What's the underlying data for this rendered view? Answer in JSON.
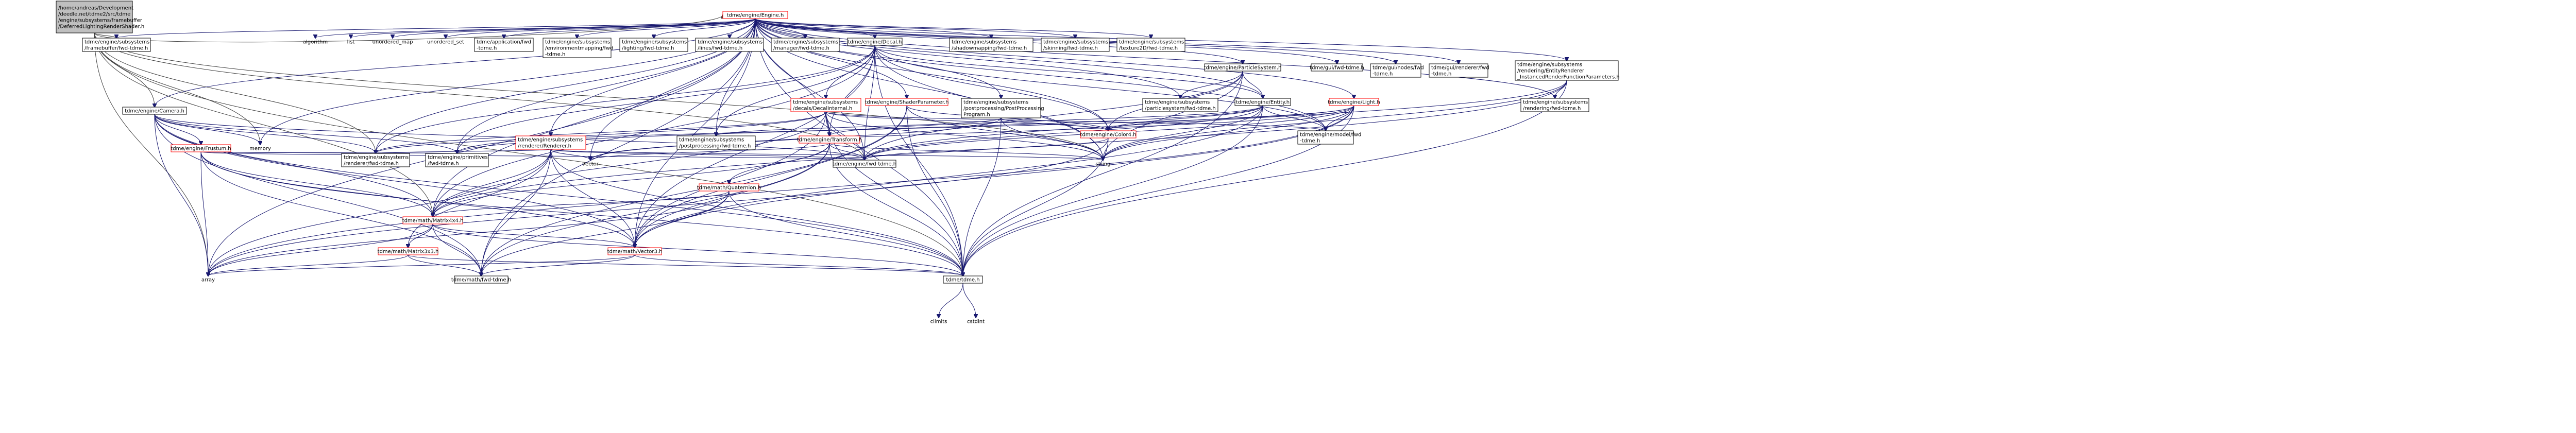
{
  "diagram": {
    "colors": {
      "root_fill": "#bfbfbf",
      "node_fill": "#ffffff",
      "node_border": "#000000",
      "missing_border": "#ff0000",
      "edge_blue": "#191970",
      "edge_gray": "#404040",
      "system_text": "#000000"
    },
    "nodes": [
      {
        "id": "root",
        "lines": [
          "/home/andreas/Development",
          "/deedle.net/tdme2/src/tdme",
          "/engine/subsystems/framebuffer",
          "/DeferredLightingRenderShader.h"
        ],
        "kind": "root"
      },
      {
        "id": "engine_h",
        "lines": [
          "tdme/engine/Engine.h"
        ],
        "kind": "missing"
      },
      {
        "id": "framebuffer_fwd",
        "lines": [
          "tdme/engine/subsystems",
          "/framebuffer/fwd-tdme.h"
        ],
        "kind": "normal"
      },
      {
        "id": "camera_h",
        "lines": [
          "tdme/engine/Camera.h"
        ],
        "kind": "normal"
      },
      {
        "id": "frustum_h",
        "lines": [
          "tdme/engine/Frustum.h"
        ],
        "kind": "missing"
      },
      {
        "id": "memory",
        "lines": [
          "memory"
        ],
        "kind": "system"
      },
      {
        "id": "algorithm",
        "lines": [
          "algorithm"
        ],
        "kind": "system"
      },
      {
        "id": "list",
        "lines": [
          "list"
        ],
        "kind": "system"
      },
      {
        "id": "unordered_map",
        "lines": [
          "unordered_map"
        ],
        "kind": "system"
      },
      {
        "id": "unordered_set",
        "lines": [
          "unordered_set"
        ],
        "kind": "system"
      },
      {
        "id": "application_fwd",
        "lines": [
          "tdme/application/fwd",
          "-tdme.h"
        ],
        "kind": "normal"
      },
      {
        "id": "envmapping_fwd",
        "lines": [
          "tdme/engine/subsystems",
          "/environmentmapping/fwd",
          "-tdme.h"
        ],
        "kind": "normal"
      },
      {
        "id": "lighting_fwd",
        "lines": [
          "tdme/engine/subsystems",
          "/lighting/fwd-tdme.h"
        ],
        "kind": "normal"
      },
      {
        "id": "lines_fwd",
        "lines": [
          "tdme/engine/subsystems",
          "/lines/fwd-tdme.h"
        ],
        "kind": "normal"
      },
      {
        "id": "manager_fwd",
        "lines": [
          "tdme/engine/subsystems",
          "/manager/fwd-tdme.h"
        ],
        "kind": "normal"
      },
      {
        "id": "decal_h",
        "lines": [
          "tdme/engine/Decal.h"
        ],
        "kind": "normal"
      },
      {
        "id": "decalinternal_h",
        "lines": [
          "tdme/engine/subsystems",
          "/decals/DecalInternal.h"
        ],
        "kind": "missing"
      },
      {
        "id": "shaderparam_h",
        "lines": [
          "tdme/engine/ShaderParameter.h"
        ],
        "kind": "missing"
      },
      {
        "id": "pp_program_h",
        "lines": [
          "tdme/engine/subsystems",
          "/postprocessing/PostProcessing",
          "Program.h"
        ],
        "kind": "normal"
      },
      {
        "id": "shadowmapping_fwd",
        "lines": [
          "tdme/engine/subsystems",
          "/shadowmapping/fwd-tdme.h"
        ],
        "kind": "normal"
      },
      {
        "id": "skinning_fwd",
        "lines": [
          "tdme/engine/subsystems",
          "/skinning/fwd-tdme.h"
        ],
        "kind": "normal"
      },
      {
        "id": "texture2d_fwd",
        "lines": [
          "tdme/engine/subsystems",
          "/texture2D/fwd-tdme.h"
        ],
        "kind": "normal"
      },
      {
        "id": "particlesystem_h",
        "lines": [
          "tdme/engine/ParticleSystem.h"
        ],
        "kind": "normal"
      },
      {
        "id": "particlesystem_fwd",
        "lines": [
          "tdme/engine/subsystems",
          "/particlesystem/fwd-tdme.h"
        ],
        "kind": "normal"
      },
      {
        "id": "entity_h",
        "lines": [
          "tdme/engine/Entity.h"
        ],
        "kind": "normal"
      },
      {
        "id": "gui_fwd",
        "lines": [
          "tdme/gui/fwd-tdme.h"
        ],
        "kind": "normal"
      },
      {
        "id": "guinodes_fwd",
        "lines": [
          "tdme/gui/nodes/fwd",
          "-tdme.h"
        ],
        "kind": "normal"
      },
      {
        "id": "guirenderer_fwd",
        "lines": [
          "tdme/gui/renderer/fwd",
          "-tdme.h"
        ],
        "kind": "normal"
      },
      {
        "id": "instanced_h",
        "lines": [
          "tdme/engine/subsystems",
          "/rendering/EntityRenderer",
          "_InstancedRenderFunctionParameters.h"
        ],
        "kind": "normal"
      },
      {
        "id": "rendering_fwd",
        "lines": [
          "tdme/engine/subsystems",
          "/rendering/fwd-tdme.h"
        ],
        "kind": "normal"
      },
      {
        "id": "light_h",
        "lines": [
          "tdme/engine/Light.h"
        ],
        "kind": "missing"
      },
      {
        "id": "model_fwd",
        "lines": [
          "tdme/engine/model/fwd",
          "-tdme.h"
        ],
        "kind": "normal"
      },
      {
        "id": "color4_h",
        "lines": [
          "tdme/engine/Color4.h"
        ],
        "kind": "missing"
      },
      {
        "id": "transform_h",
        "lines": [
          "tdme/engine/Transform.h"
        ],
        "kind": "missing"
      },
      {
        "id": "pp_fwd",
        "lines": [
          "tdme/engine/subsystems",
          "/postprocessing/fwd-tdme.h"
        ],
        "kind": "normal"
      },
      {
        "id": "renderer_h",
        "lines": [
          "tdme/engine/subsystems",
          "/renderer/Renderer.h"
        ],
        "kind": "missing"
      },
      {
        "id": "renderer_fwd",
        "lines": [
          "tdme/engine/subsystems",
          "/renderer/fwd-tdme.h"
        ],
        "kind": "normal"
      },
      {
        "id": "primitives_fwd",
        "lines": [
          "tdme/engine/primitives",
          "/fwd-tdme.h"
        ],
        "kind": "normal"
      },
      {
        "id": "vector",
        "lines": [
          "vector"
        ],
        "kind": "system"
      },
      {
        "id": "engine_fwd",
        "lines": [
          "tdme/engine/fwd-tdme.h"
        ],
        "kind": "normal"
      },
      {
        "id": "string",
        "lines": [
          "string"
        ],
        "kind": "system"
      },
      {
        "id": "quaternion_h",
        "lines": [
          "tdme/math/Quaternion.h"
        ],
        "kind": "missing"
      },
      {
        "id": "matrix4x4_h",
        "lines": [
          "tdme/math/Matrix4x4.h"
        ],
        "kind": "missing"
      },
      {
        "id": "matrix3x3_h",
        "lines": [
          "tdme/math/Matrix3x3.h"
        ],
        "kind": "missing"
      },
      {
        "id": "vector3_h",
        "lines": [
          "tdme/math/Vector3.h"
        ],
        "kind": "missing"
      },
      {
        "id": "array",
        "lines": [
          "array"
        ],
        "kind": "system"
      },
      {
        "id": "math_fwd",
        "lines": [
          "tdme/math/fwd-tdme.h"
        ],
        "kind": "normal"
      },
      {
        "id": "tdme_h",
        "lines": [
          "tdme/tdme.h"
        ],
        "kind": "normal"
      },
      {
        "id": "climits",
        "lines": [
          "climits"
        ],
        "kind": "system"
      },
      {
        "id": "cstdint",
        "lines": [
          "cstdint"
        ],
        "kind": "system"
      }
    ],
    "edges": [
      [
        "root",
        "engine_h"
      ],
      [
        "root",
        "framebuffer_fwd"
      ],
      [
        "root",
        "camera_h"
      ],
      [
        "root",
        "memory"
      ],
      [
        "root",
        "array"
      ],
      [
        "root",
        "string"
      ],
      [
        "root",
        "matrix4x4_h"
      ],
      [
        "root",
        "tdme_h"
      ],
      [
        "root",
        "renderer_fwd"
      ],
      [
        "root",
        "engine_fwd"
      ],
      [
        "engine_h",
        "framebuffer_fwd"
      ],
      [
        "engine_h",
        "camera_h"
      ],
      [
        "engine_h",
        "memory"
      ],
      [
        "engine_h",
        "algorithm"
      ],
      [
        "engine_h",
        "list"
      ],
      [
        "engine_h",
        "unordered_map"
      ],
      [
        "engine_h",
        "unordered_set"
      ],
      [
        "engine_h",
        "application_fwd"
      ],
      [
        "engine_h",
        "envmapping_fwd"
      ],
      [
        "engine_h",
        "lighting_fwd"
      ],
      [
        "engine_h",
        "lines_fwd"
      ],
      [
        "engine_h",
        "manager_fwd"
      ],
      [
        "engine_h",
        "decal_h"
      ],
      [
        "engine_h",
        "shaderparam_h"
      ],
      [
        "engine_h",
        "pp_program_h"
      ],
      [
        "engine_h",
        "shadowmapping_fwd"
      ],
      [
        "engine_h",
        "skinning_fwd"
      ],
      [
        "engine_h",
        "texture2d_fwd"
      ],
      [
        "engine_h",
        "particlesystem_h"
      ],
      [
        "engine_h",
        "gui_fwd"
      ],
      [
        "engine_h",
        "guinodes_fwd"
      ],
      [
        "engine_h",
        "guirenderer_fwd"
      ],
      [
        "engine_h",
        "instanced_h"
      ],
      [
        "engine_h",
        "rendering_fwd"
      ],
      [
        "engine_h",
        "light_h"
      ],
      [
        "engine_h",
        "entity_h"
      ],
      [
        "engine_h",
        "renderer_h"
      ],
      [
        "engine_h",
        "renderer_fwd"
      ],
      [
        "engine_h",
        "pp_fwd"
      ],
      [
        "engine_h",
        "engine_fwd"
      ],
      [
        "engine_h",
        "string"
      ],
      [
        "engine_h",
        "vector"
      ],
      [
        "engine_h",
        "array"
      ],
      [
        "engine_h",
        "math_fwd"
      ],
      [
        "engine_h",
        "tdme_h"
      ],
      [
        "engine_h",
        "matrix4x4_h"
      ],
      [
        "engine_h",
        "vector3_h"
      ],
      [
        "engine_h",
        "model_fwd"
      ],
      [
        "engine_h",
        "primitives_fwd"
      ],
      [
        "engine_h",
        "particlesystem_fwd"
      ],
      [
        "engine_h",
        "color4_h"
      ],
      [
        "engine_h",
        "transform_h"
      ],
      [
        "camera_h",
        "frustum_h"
      ],
      [
        "camera_h",
        "memory"
      ],
      [
        "camera_h",
        "engine_fwd"
      ],
      [
        "camera_h",
        "renderer_fwd"
      ],
      [
        "camera_h",
        "matrix4x4_h"
      ],
      [
        "camera_h",
        "vector3_h"
      ],
      [
        "camera_h",
        "tdme_h"
      ],
      [
        "camera_h",
        "primitives_fwd"
      ],
      [
        "camera_h",
        "math_fwd"
      ],
      [
        "camera_h",
        "array"
      ],
      [
        "frustum_h",
        "engine_fwd"
      ],
      [
        "frustum_h",
        "renderer_fwd"
      ],
      [
        "frustum_h",
        "primitives_fwd"
      ],
      [
        "frustum_h",
        "matrix4x4_h"
      ],
      [
        "frustum_h",
        "vector3_h"
      ],
      [
        "frustum_h",
        "math_fwd"
      ],
      [
        "frustum_h",
        "tdme_h"
      ],
      [
        "frustum_h",
        "array"
      ],
      [
        "decal_h",
        "decalinternal_h"
      ],
      [
        "decal_h",
        "entity_h"
      ],
      [
        "decal_h",
        "color4_h"
      ],
      [
        "decal_h",
        "transform_h"
      ],
      [
        "decal_h",
        "engine_fwd"
      ],
      [
        "decal_h",
        "renderer_fwd"
      ],
      [
        "decal_h",
        "primitives_fwd"
      ],
      [
        "decal_h",
        "string"
      ],
      [
        "decal_h",
        "vector3_h"
      ],
      [
        "decal_h",
        "matrix4x4_h"
      ],
      [
        "decal_h",
        "model_fwd"
      ],
      [
        "decal_h",
        "tdme_h"
      ],
      [
        "decal_h",
        "pp_fwd"
      ],
      [
        "decalinternal_h",
        "color4_h"
      ],
      [
        "decalinternal_h",
        "transform_h"
      ],
      [
        "decalinternal_h",
        "engine_fwd"
      ],
      [
        "decalinternal_h",
        "renderer_fwd"
      ],
      [
        "decalinternal_h",
        "primitives_fwd"
      ],
      [
        "decalinternal_h",
        "string"
      ],
      [
        "decalinternal_h",
        "vector3_h"
      ],
      [
        "decalinternal_h",
        "matrix4x4_h"
      ],
      [
        "decalinternal_h",
        "tdme_h"
      ],
      [
        "decalinternal_h",
        "model_fwd"
      ],
      [
        "shaderparam_h",
        "color4_h"
      ],
      [
        "shaderparam_h",
        "string"
      ],
      [
        "shaderparam_h",
        "tdme_h"
      ],
      [
        "shaderparam_h",
        "vector3_h"
      ],
      [
        "shaderparam_h",
        "math_fwd"
      ],
      [
        "pp_program_h",
        "color4_h"
      ],
      [
        "pp_program_h",
        "pp_fwd"
      ],
      [
        "pp_program_h",
        "string"
      ],
      [
        "pp_program_h",
        "vector"
      ],
      [
        "pp_program_h",
        "tdme_h"
      ],
      [
        "particlesystem_h",
        "entity_h"
      ],
      [
        "particlesystem_h",
        "particlesystem_fwd"
      ],
      [
        "particlesystem_h",
        "color4_h"
      ],
      [
        "particlesystem_h",
        "engine_fwd"
      ],
      [
        "particlesystem_h",
        "tdme_h"
      ],
      [
        "particlesystem_h",
        "string"
      ],
      [
        "entity_h",
        "color4_h"
      ],
      [
        "entity_h",
        "transform_h"
      ],
      [
        "entity_h",
        "engine_fwd"
      ],
      [
        "entity_h",
        "model_fwd"
      ],
      [
        "entity_h",
        "primitives_fwd"
      ],
      [
        "entity_h",
        "string"
      ],
      [
        "entity_h",
        "tdme_h"
      ],
      [
        "entity_h",
        "vector3_h"
      ],
      [
        "instanced_h",
        "matrix4x4_h"
      ],
      [
        "instanced_h",
        "rendering_fwd"
      ],
      [
        "instanced_h",
        "string"
      ],
      [
        "instanced_h",
        "tdme_h"
      ],
      [
        "instanced_h",
        "engine_fwd"
      ],
      [
        "light_h",
        "color4_h"
      ],
      [
        "light_h",
        "model_fwd"
      ],
      [
        "light_h",
        "engine_fwd"
      ],
      [
        "light_h",
        "renderer_fwd"
      ],
      [
        "light_h",
        "vector3_h"
      ],
      [
        "light_h",
        "string"
      ],
      [
        "light_h",
        "tdme_h"
      ],
      [
        "light_h",
        "vector"
      ],
      [
        "light_h",
        "array"
      ],
      [
        "color4_h",
        "engine_fwd"
      ],
      [
        "color4_h",
        "array"
      ],
      [
        "color4_h",
        "tdme_h"
      ],
      [
        "transform_h",
        "engine_fwd"
      ],
      [
        "transform_h",
        "quaternion_h"
      ],
      [
        "transform_h",
        "matrix4x4_h"
      ],
      [
        "transform_h",
        "vector3_h"
      ],
      [
        "transform_h",
        "math_fwd"
      ],
      [
        "transform_h",
        "tdme_h"
      ],
      [
        "transform_h",
        "vector"
      ],
      [
        "transform_h",
        "string"
      ],
      [
        "renderer_h",
        "renderer_fwd"
      ],
      [
        "renderer_h",
        "engine_fwd"
      ],
      [
        "renderer_h",
        "matrix4x4_h"
      ],
      [
        "renderer_h",
        "matrix3x3_h"
      ],
      [
        "renderer_h",
        "vector3_h"
      ],
      [
        "renderer_h",
        "math_fwd"
      ],
      [
        "renderer_h",
        "tdme_h"
      ],
      [
        "renderer_h",
        "string"
      ],
      [
        "renderer_h",
        "vector"
      ],
      [
        "renderer_h",
        "array"
      ],
      [
        "quaternion_h",
        "matrix4x4_h"
      ],
      [
        "quaternion_h",
        "vector3_h"
      ],
      [
        "quaternion_h",
        "math_fwd"
      ],
      [
        "quaternion_h",
        "tdme_h"
      ],
      [
        "quaternion_h",
        "array"
      ],
      [
        "matrix4x4_h",
        "matrix3x3_h"
      ],
      [
        "matrix4x4_h",
        "vector3_h"
      ],
      [
        "matrix4x4_h",
        "math_fwd"
      ],
      [
        "matrix4x4_h",
        "tdme_h"
      ],
      [
        "matrix4x4_h",
        "array"
      ],
      [
        "matrix3x3_h",
        "math_fwd"
      ],
      [
        "matrix3x3_h",
        "tdme_h"
      ],
      [
        "matrix3x3_h",
        "array"
      ],
      [
        "vector3_h",
        "math_fwd"
      ],
      [
        "vector3_h",
        "tdme_h"
      ],
      [
        "vector3_h",
        "array"
      ],
      [
        "tdme_h",
        "climits"
      ],
      [
        "tdme_h",
        "cstdint"
      ]
    ]
  }
}
